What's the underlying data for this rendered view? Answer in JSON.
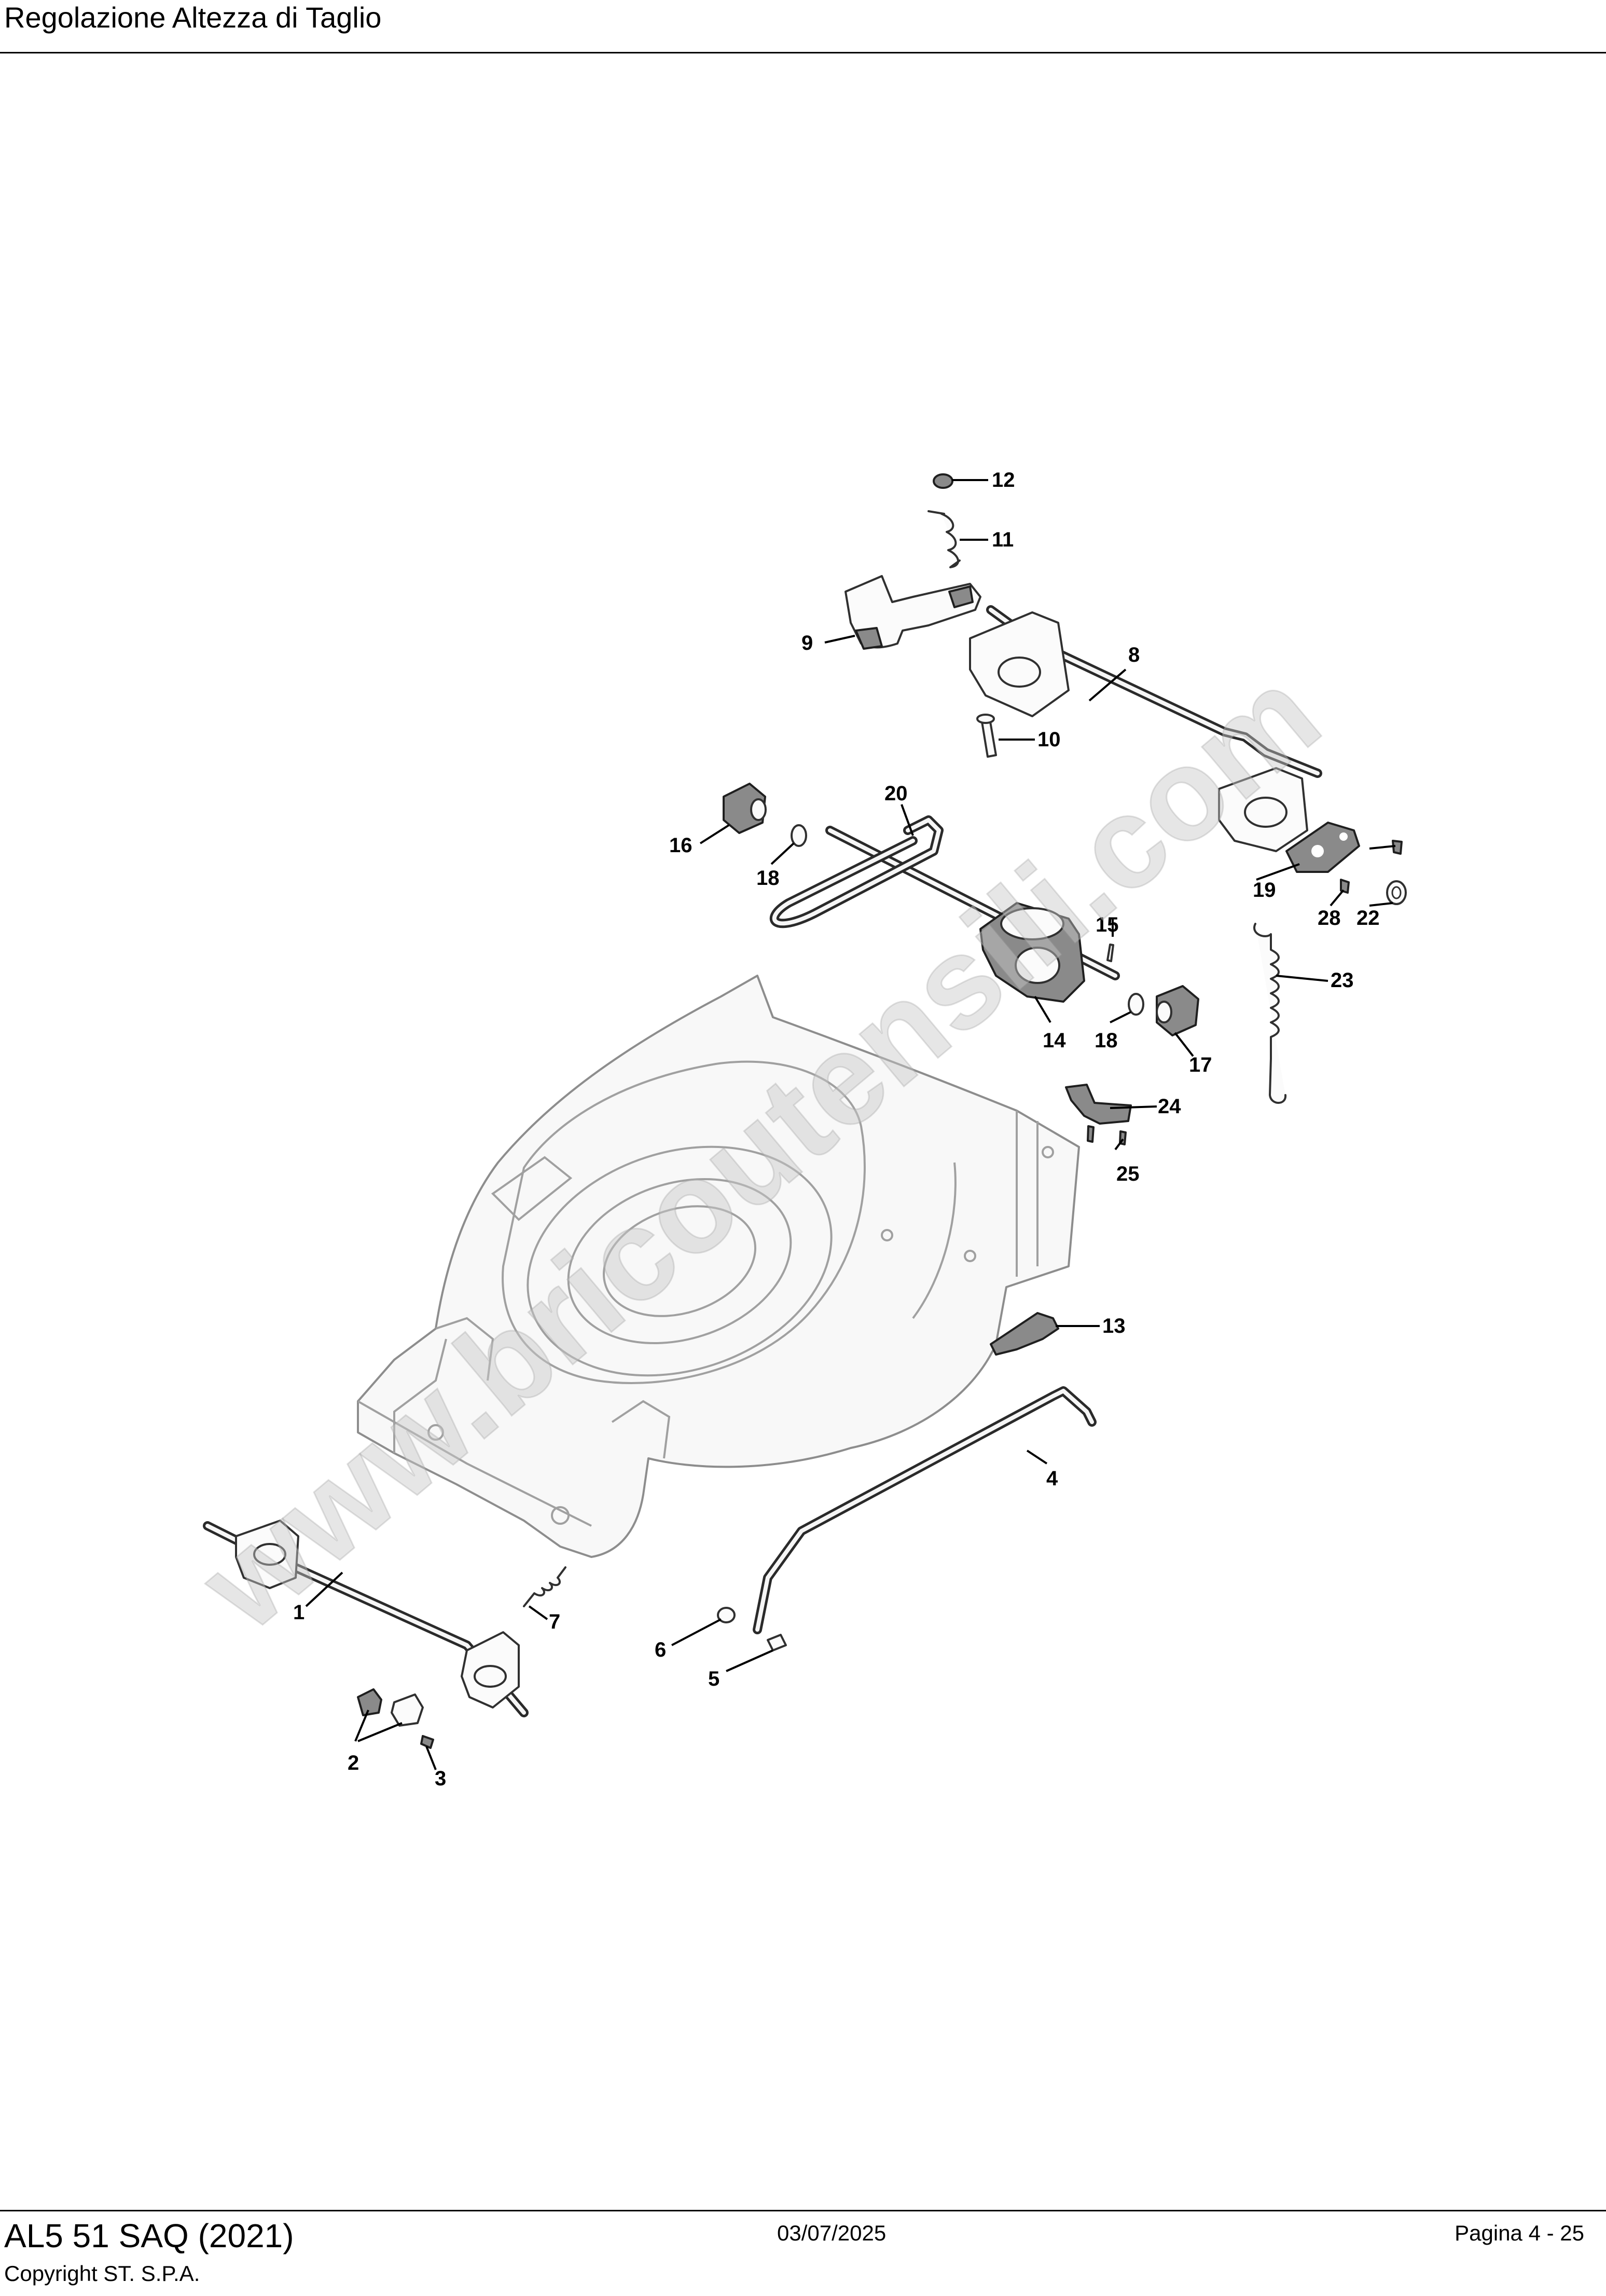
{
  "header": {
    "title": "Regolazione Altezza di Taglio"
  },
  "footer": {
    "model": "AL5 51 SAQ (2021)",
    "copyright": "Copyright ST. S.P.A.",
    "date": "03/07/2025",
    "page": "Pagina 4 - 25"
  },
  "diagram": {
    "watermark": "www.bricoutensili.com",
    "callouts": [
      "1",
      "2",
      "3",
      "4",
      "5",
      "6",
      "7",
      "8",
      "9",
      "10",
      "11",
      "12",
      "13",
      "14",
      "15",
      "16",
      "17",
      "18",
      "18",
      "19",
      "20",
      "22",
      "23",
      "24",
      "25",
      "28"
    ]
  }
}
